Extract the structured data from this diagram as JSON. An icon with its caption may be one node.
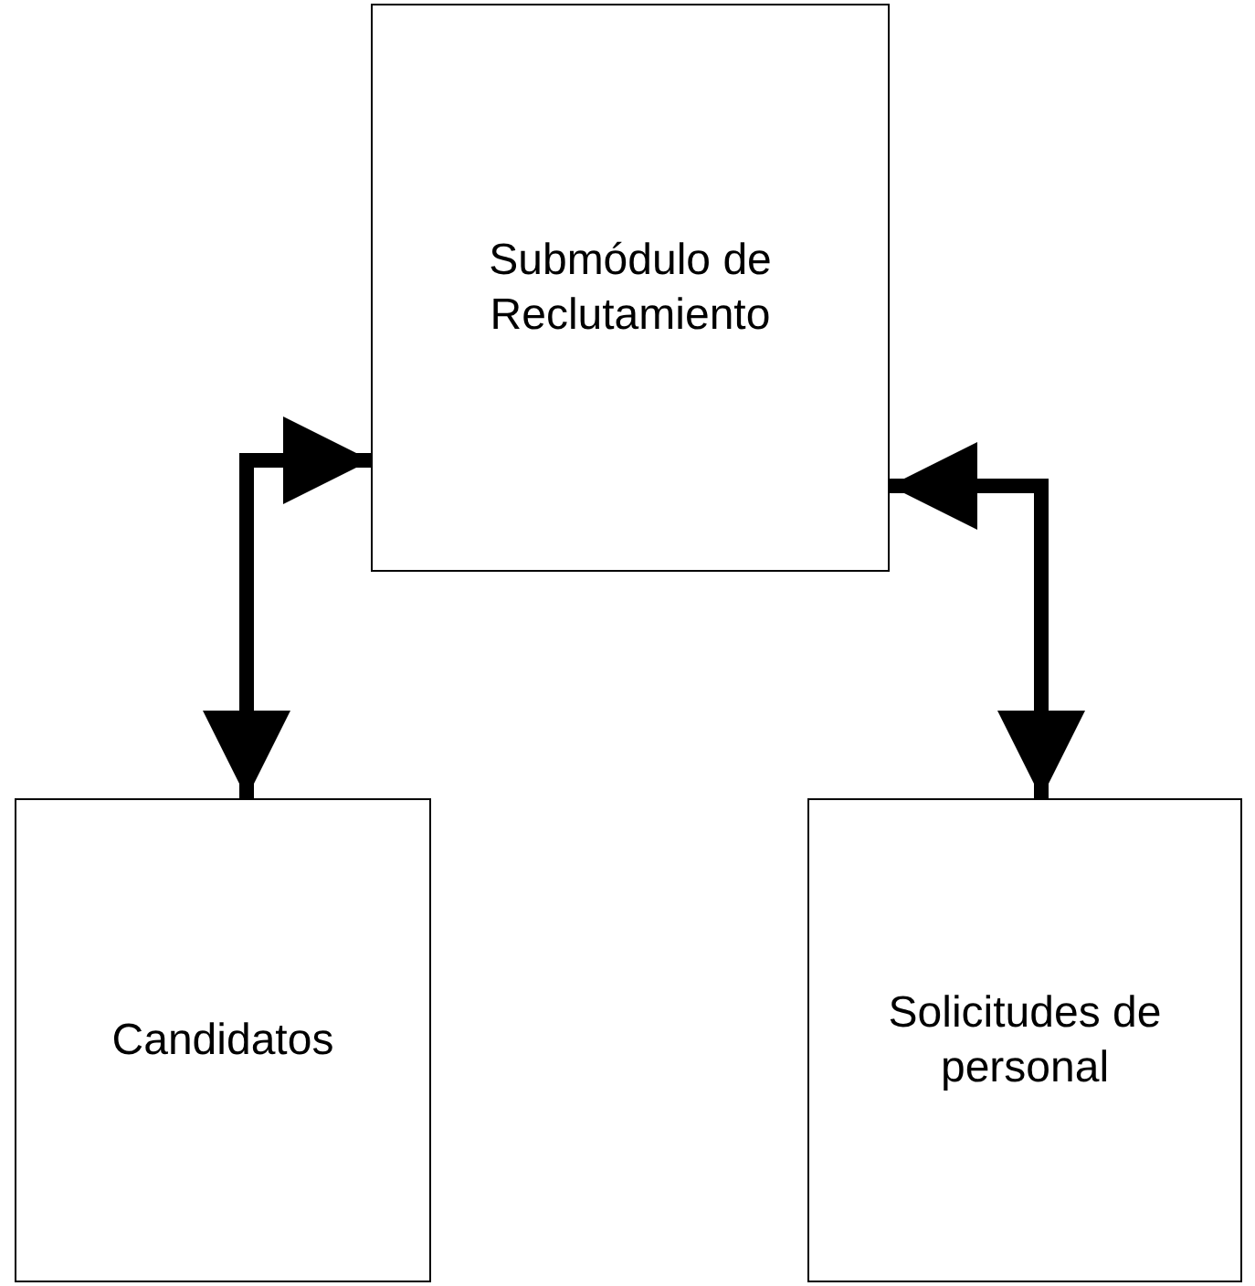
{
  "diagram": {
    "nodes": [
      {
        "text": [
          "Submódulo de Reclutamiento"
        ]
      },
      {
        "text": [
          "Candidatos"
        ]
      },
      {
        "text": [
          "Solicitudes de personal"
        ]
      }
    ],
    "edges": [
      {
        "from": 0,
        "to": 1,
        "arrow": "both"
      },
      {
        "from": 0,
        "to": 2,
        "arrow": "both"
      }
    ]
  }
}
